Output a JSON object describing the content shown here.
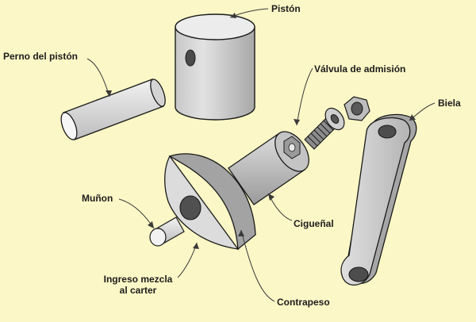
{
  "labels": {
    "piston": "Pistón",
    "piston_pin": "Perno del pistón",
    "intake_valve": "Válvula de admisión",
    "connecting_rod": "Biela",
    "crank_pin": "Muñon",
    "crankshaft": "Cigueñal",
    "intake_line1": "Ingreso mezcla",
    "intake_line2": "al carter",
    "counterweight": "Contrapeso"
  },
  "colors": {
    "background": "#fbf7c6",
    "part_fill": "#d6d6d6",
    "part_shadow": "#a9a9a9",
    "outline": "#1a1a1a"
  }
}
